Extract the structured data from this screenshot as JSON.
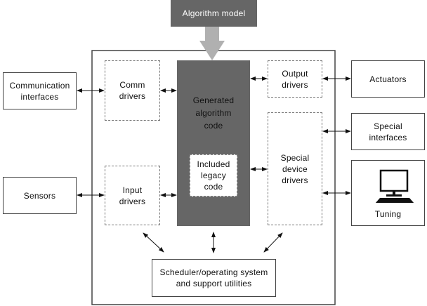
{
  "diagram": {
    "top_block": "Algorithm model",
    "generated_code": "Generated\nalgorithm\ncode",
    "legacy_code": "Included\nlegacy\ncode",
    "comm_drivers": "Comm\ndrivers",
    "input_drivers": "Input\ndrivers",
    "output_drivers": "Output\ndrivers",
    "special_device_drivers": "Special\ndevice\ndrivers",
    "scheduler": "Scheduler/operating system\nand support utilities",
    "communication_interfaces": "Communication\ninterfaces",
    "sensors": "Sensors",
    "actuators": "Actuators",
    "special_interfaces": "Special\ninterfaces",
    "tuning": "Tuning"
  },
  "colors": {
    "dark_block": "#666666",
    "arrow_gray": "#b0b0b0",
    "line": "#444444"
  }
}
